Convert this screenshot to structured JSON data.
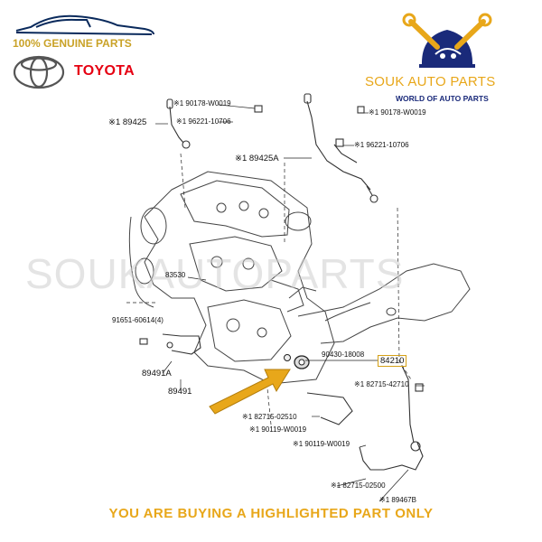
{
  "branding": {
    "genuine_text": "100% GENUINE PARTS",
    "toyota_text": "TOYOTA",
    "shop_name": "SOUK AUTO PARTS",
    "shop_tagline": "WORLD OF AUTO PARTS",
    "watermark": "SOUKAUTOPARTS",
    "colors": {
      "gold": "#e8a71a",
      "toyota_red": "#e60012",
      "navy": "#1a2a7a"
    }
  },
  "footer": {
    "text": "YOU ARE BUYING A HIGHLIGHTED PART ONLY"
  },
  "parts": {
    "p89425": "※1 89425",
    "p90178_a": "※1 90178-W0019",
    "p96221_a": "※1 96221-10706",
    "p90178_b": "※1 90178-W0019",
    "p96221_b": "※1 96221-10706",
    "p89425a": "※1 89425A",
    "p83530": "83530",
    "p91651": "91651-60614(4)",
    "p89491a": "89491A",
    "p89491": "89491",
    "p90430": "90430-18008",
    "p84210": "84210",
    "p82715_42710": "※1 82715-42710",
    "p82715_02510": "※1 82715-02510",
    "p90119_a": "※1 90119-W0019",
    "p90119_b": "※1 90119-W0019",
    "p82715_02500": "※1 82715-02500",
    "p89467b": "※1 89467B"
  },
  "highlighted_part": "84210"
}
